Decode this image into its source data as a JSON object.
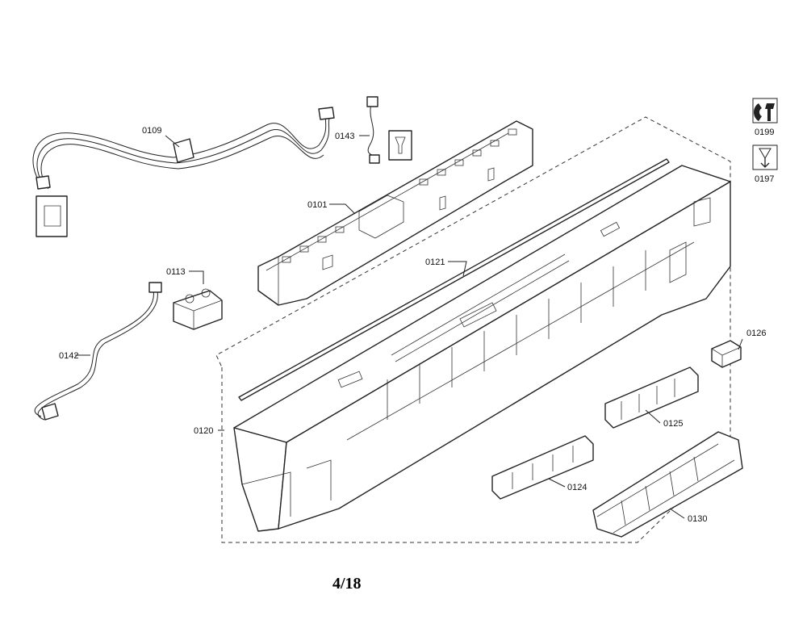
{
  "labels": {
    "p0101": "0101",
    "p0109": "0109",
    "p0113": "0113",
    "p0120": "0120",
    "p0121": "0121",
    "p0124": "0124",
    "p0125": "0125",
    "p0126": "0126",
    "p0130": "0130",
    "p0142": "0142",
    "p0143": "0143",
    "p0197": "0197",
    "p0199": "0199"
  },
  "page_number": "4/18",
  "icons": {
    "service_tool": "wrench-icon",
    "download": "arrow-down-icon"
  }
}
